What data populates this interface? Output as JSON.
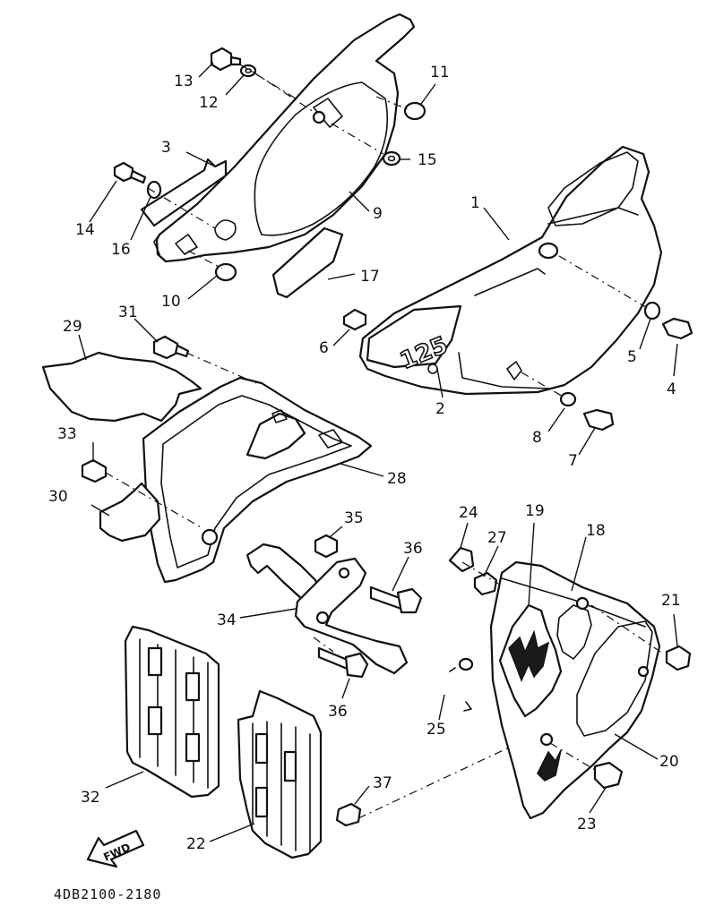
{
  "diagram": {
    "drawing_code": "4DB2100-2180",
    "fwd_label": "FWD",
    "decal_text": "125",
    "callouts": [
      "1",
      "2",
      "3",
      "4",
      "5",
      "6",
      "7",
      "8",
      "9",
      "10",
      "11",
      "12",
      "13",
      "14",
      "15",
      "16",
      "17",
      "18",
      "19",
      "20",
      "21",
      "22",
      "23",
      "24",
      "25",
      "27",
      "28",
      "29",
      "30",
      "31",
      "32",
      "33",
      "34",
      "35",
      "36",
      "37"
    ]
  }
}
